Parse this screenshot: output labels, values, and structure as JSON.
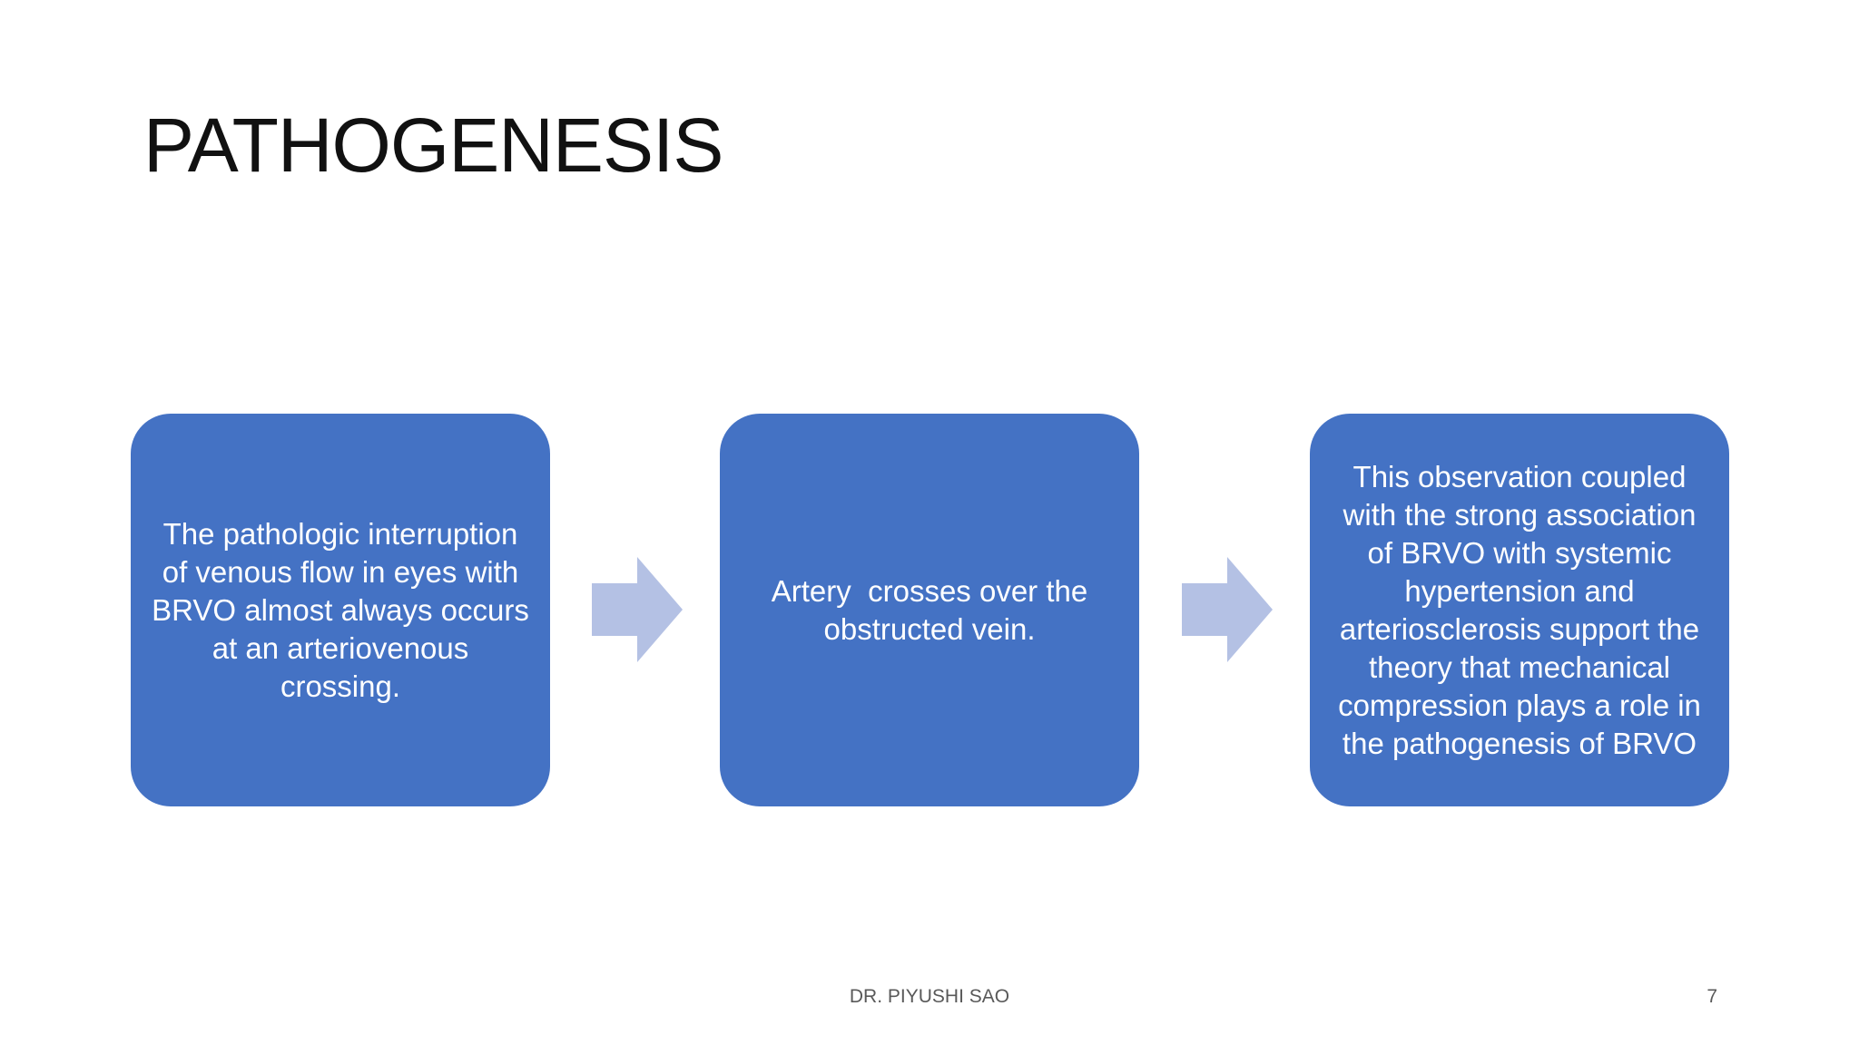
{
  "slide": {
    "title": "PATHOGENESIS",
    "steps": [
      {
        "text": "The pathologic interruption of venous flow in eyes with BRVO almost always occurs at an arteriovenous crossing."
      },
      {
        "text": "Artery  crosses over the obstructed vein."
      },
      {
        "text": "This observation coupled with the strong association of BRVO with systemic hypertension and arteriosclerosis support the theory that mechanical compression plays a role in the pathogenesis of BRVO"
      }
    ],
    "footer": "DR. PIYUSHI SAO",
    "page_number": "7"
  },
  "colors": {
    "box_fill": "#4472c4",
    "arrow_fill": "#b4c1e4",
    "text_on_box": "#ffffff",
    "title": "#111111",
    "footer": "#595959"
  },
  "icons": {
    "connector": "right-arrow-icon"
  }
}
